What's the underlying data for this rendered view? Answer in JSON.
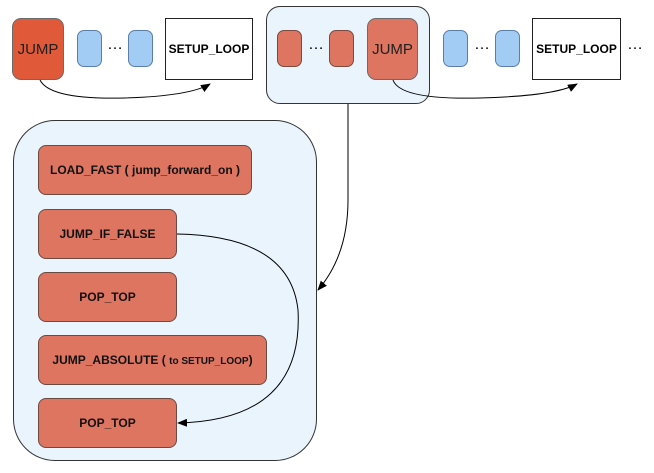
{
  "top_row": {
    "jump_label_1": "JUMP",
    "setup_loop_label_1": "SETUP_LOOP",
    "jump_label_2": "JUMP",
    "setup_loop_label_2": "SETUP_LOOP",
    "ellipsis": "…"
  },
  "detail": {
    "instructions": [
      {
        "label": "LOAD_FAST ( jump_forward_on )"
      },
      {
        "label": "JUMP_IF_FALSE"
      },
      {
        "label": "POP_TOP"
      },
      {
        "label": "JUMP_ABSOLUTE (",
        "small": "to SETUP_LOOP",
        "tail": ")"
      },
      {
        "label": "POP_TOP"
      }
    ]
  },
  "colors": {
    "jump_primary": "#e05a3a",
    "instruction": "#dd7561",
    "placeholder": "#a3ccf5",
    "panel": "#eaf4fd"
  }
}
